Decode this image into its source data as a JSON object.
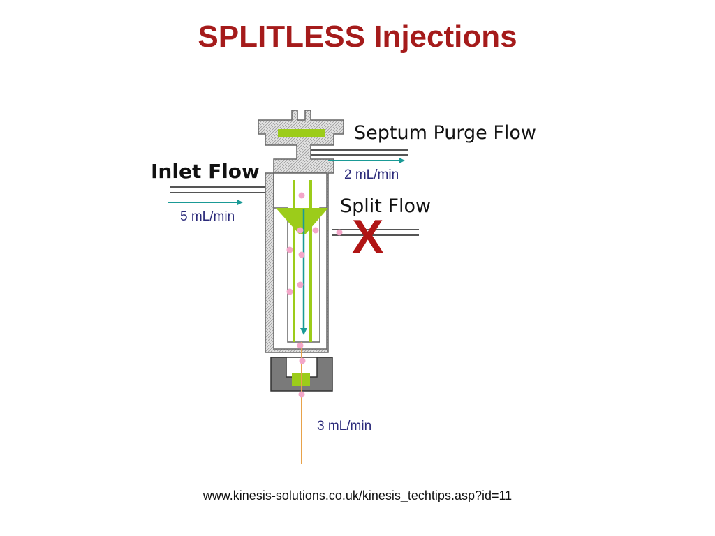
{
  "title": "SPLITLESS Injections",
  "labels": {
    "septum_purge": "Septum Purge Flow",
    "inlet": "Inlet Flow",
    "split": "Split Flow",
    "blocked_mark": "X"
  },
  "rates": {
    "septum_purge": "2 mL/min",
    "inlet": "5 mL/min",
    "column": "3 mL/min"
  },
  "source": "www.kinesis-solutions.co.uk/kinesis_techtips.asp?id=11",
  "colors": {
    "title": "#a51b1b",
    "blocked_mark": "#b01515",
    "arrow": "#1a9a96",
    "liner": "#9ccc1a",
    "sample": "#f3a6c8",
    "column": "#e8a24a",
    "rate_text": "#2b2a7a"
  }
}
